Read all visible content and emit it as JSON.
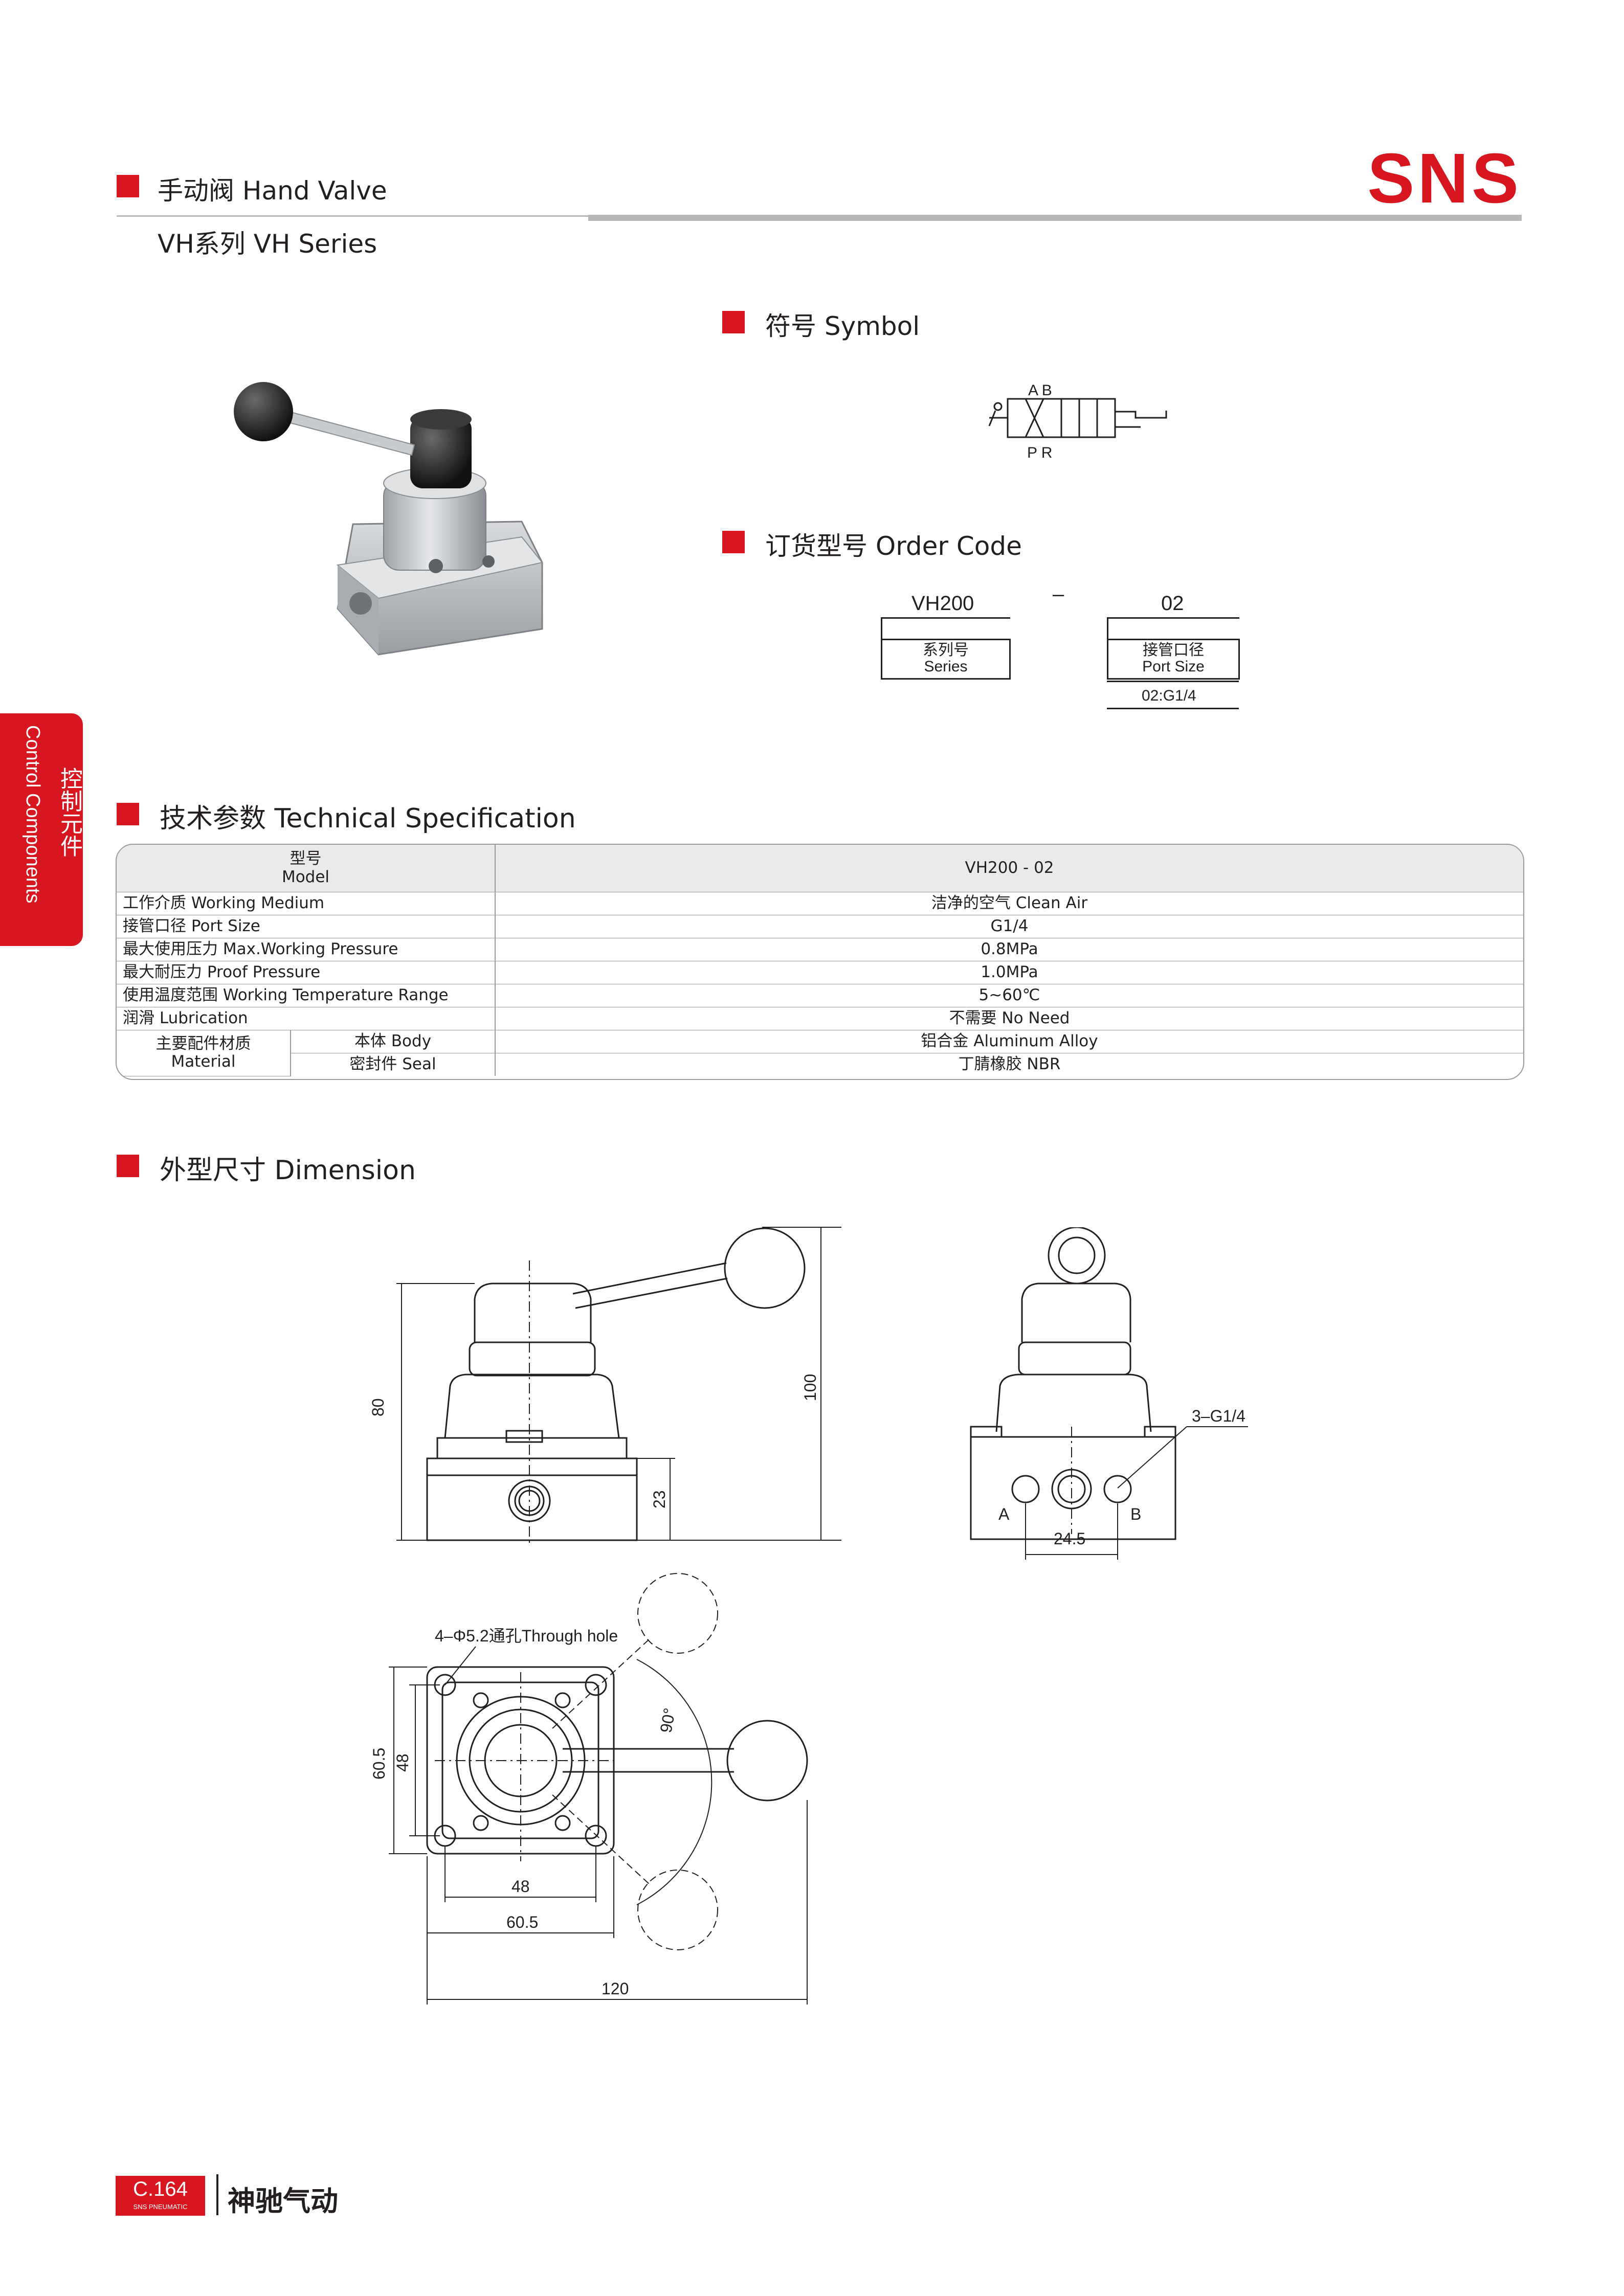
{
  "header": {
    "title": "手动阀 Hand Valve",
    "series": "VH系列 VH Series",
    "logo": "SNS"
  },
  "side_tab": {
    "english": "Control Components",
    "chinese": "控制元件"
  },
  "symbol": {
    "heading": "符号 Symbol",
    "top_ports": "A B",
    "bottom_ports": "P R"
  },
  "order_code": {
    "heading": "订货型号 Order Code",
    "model": "VH200",
    "separator": "–",
    "port": "02",
    "series_label_cn": "系列号",
    "series_label_en": "Series",
    "port_label_cn": "接管口径",
    "port_label_en": "Port Size",
    "port_option": "02:G1/4"
  },
  "spec": {
    "heading": "技术参数 Technical Specification",
    "model_header_cn": "型号",
    "model_header_en": "Model",
    "model_value": "VH200 - 02",
    "rows": [
      {
        "label": "工作介质 Working Medium",
        "value": "洁净的空气 Clean Air"
      },
      {
        "label": "接管口径 Port Size",
        "value": "G1/4"
      },
      {
        "label": "最大使用压力 Max.Working Pressure",
        "value": "0.8MPa"
      },
      {
        "label": "最大耐压力 Proof Pressure",
        "value": "1.0MPa"
      },
      {
        "label": "使用温度范围 Working Temperature Range",
        "value": "5~60℃"
      },
      {
        "label": "润滑 Lubrication",
        "value": "不需要 No Need"
      }
    ],
    "material_cn": "主要配件材质",
    "material_en": "Material",
    "material_rows": [
      {
        "part": "本体 Body",
        "value": "铝合金 Aluminum Alloy"
      },
      {
        "part": "密封件 Seal",
        "value": "丁腈橡胶 NBR"
      }
    ]
  },
  "dimension": {
    "heading": "外型尺寸 Dimension",
    "front": {
      "height_total": "80",
      "height_lever": "100",
      "base_height": "23"
    },
    "side": {
      "thread": "3–G1/4",
      "port_a": "A",
      "port_b": "B",
      "pitch": "24.5"
    },
    "top": {
      "hole_note": "4–Φ5.2通孔Through hole",
      "angle": "90°",
      "h_outer": "60.5",
      "h_inner": "48",
      "w_inner": "48",
      "w_outer": "60.5",
      "w_total": "120"
    }
  },
  "footer": {
    "page": "C.164",
    "sub": "SNS PNEUMATIC",
    "brand": "神驰气动"
  },
  "colors": {
    "brand_red": "#d7161f",
    "rule_gray": "#b8b8b8",
    "table_head": "#eaeaea"
  }
}
